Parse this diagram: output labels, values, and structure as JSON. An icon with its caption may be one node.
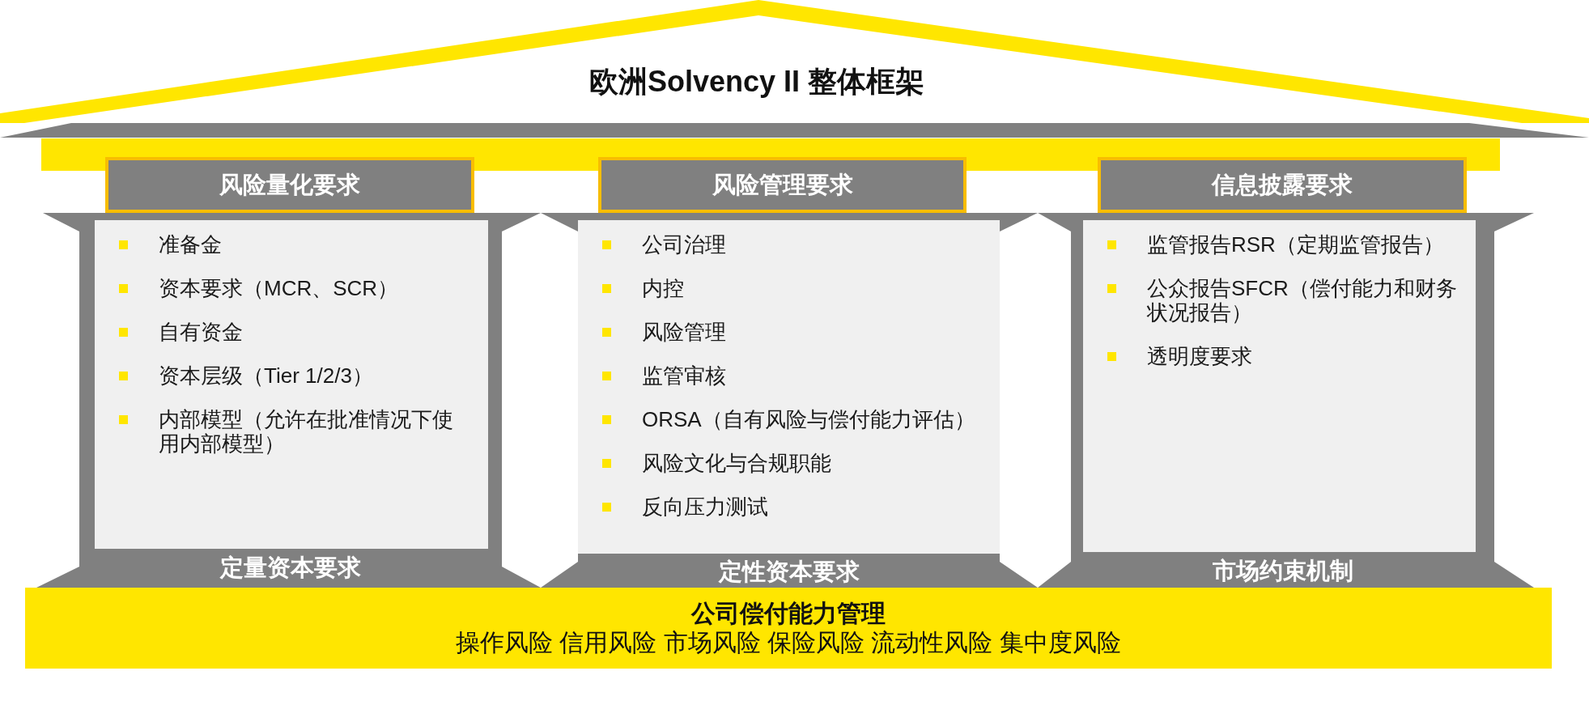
{
  "diagram": {
    "nodes": [
      {
        "text": [
          "欧洲Solvency II 整体框架"
        ]
      },
      {
        "text": [
          "风险量化要求"
        ]
      },
      {
        "text": [
          "风险管理要求"
        ]
      },
      {
        "text": [
          "信息披露要求"
        ]
      },
      {
        "text": [
          "定量资本要求"
        ]
      },
      {
        "text": [
          "准备金",
          "资本要求（MCR、SCR）",
          "自有资金",
          "资本层级（Tier 1/2/3）",
          "内部模型（允许在批准情况下使用内部模型）"
        ],
        "in": 4
      },
      {
        "text": [
          "定性资本要求"
        ]
      },
      {
        "text": [
          "公司治理",
          "内控",
          "风险管理",
          "监管审核",
          "ORSA（自有风险与偿付能力评估）",
          "风险文化与合规职能",
          "反向压力测试"
        ],
        "in": 6
      },
      {
        "text": [
          "市场约束机制"
        ]
      },
      {
        "text": [
          "监管报告RSR（定期监管报告）",
          "公众报告SFCR（偿付能力和财务状况报告）",
          "透明度要求"
        ],
        "in": 8
      },
      {
        "text": [
          "公司偿付能力管理",
          "操作风险 信用风险 市场风险 保险风险 流动性风险 集中度风险"
        ]
      }
    ]
  }
}
